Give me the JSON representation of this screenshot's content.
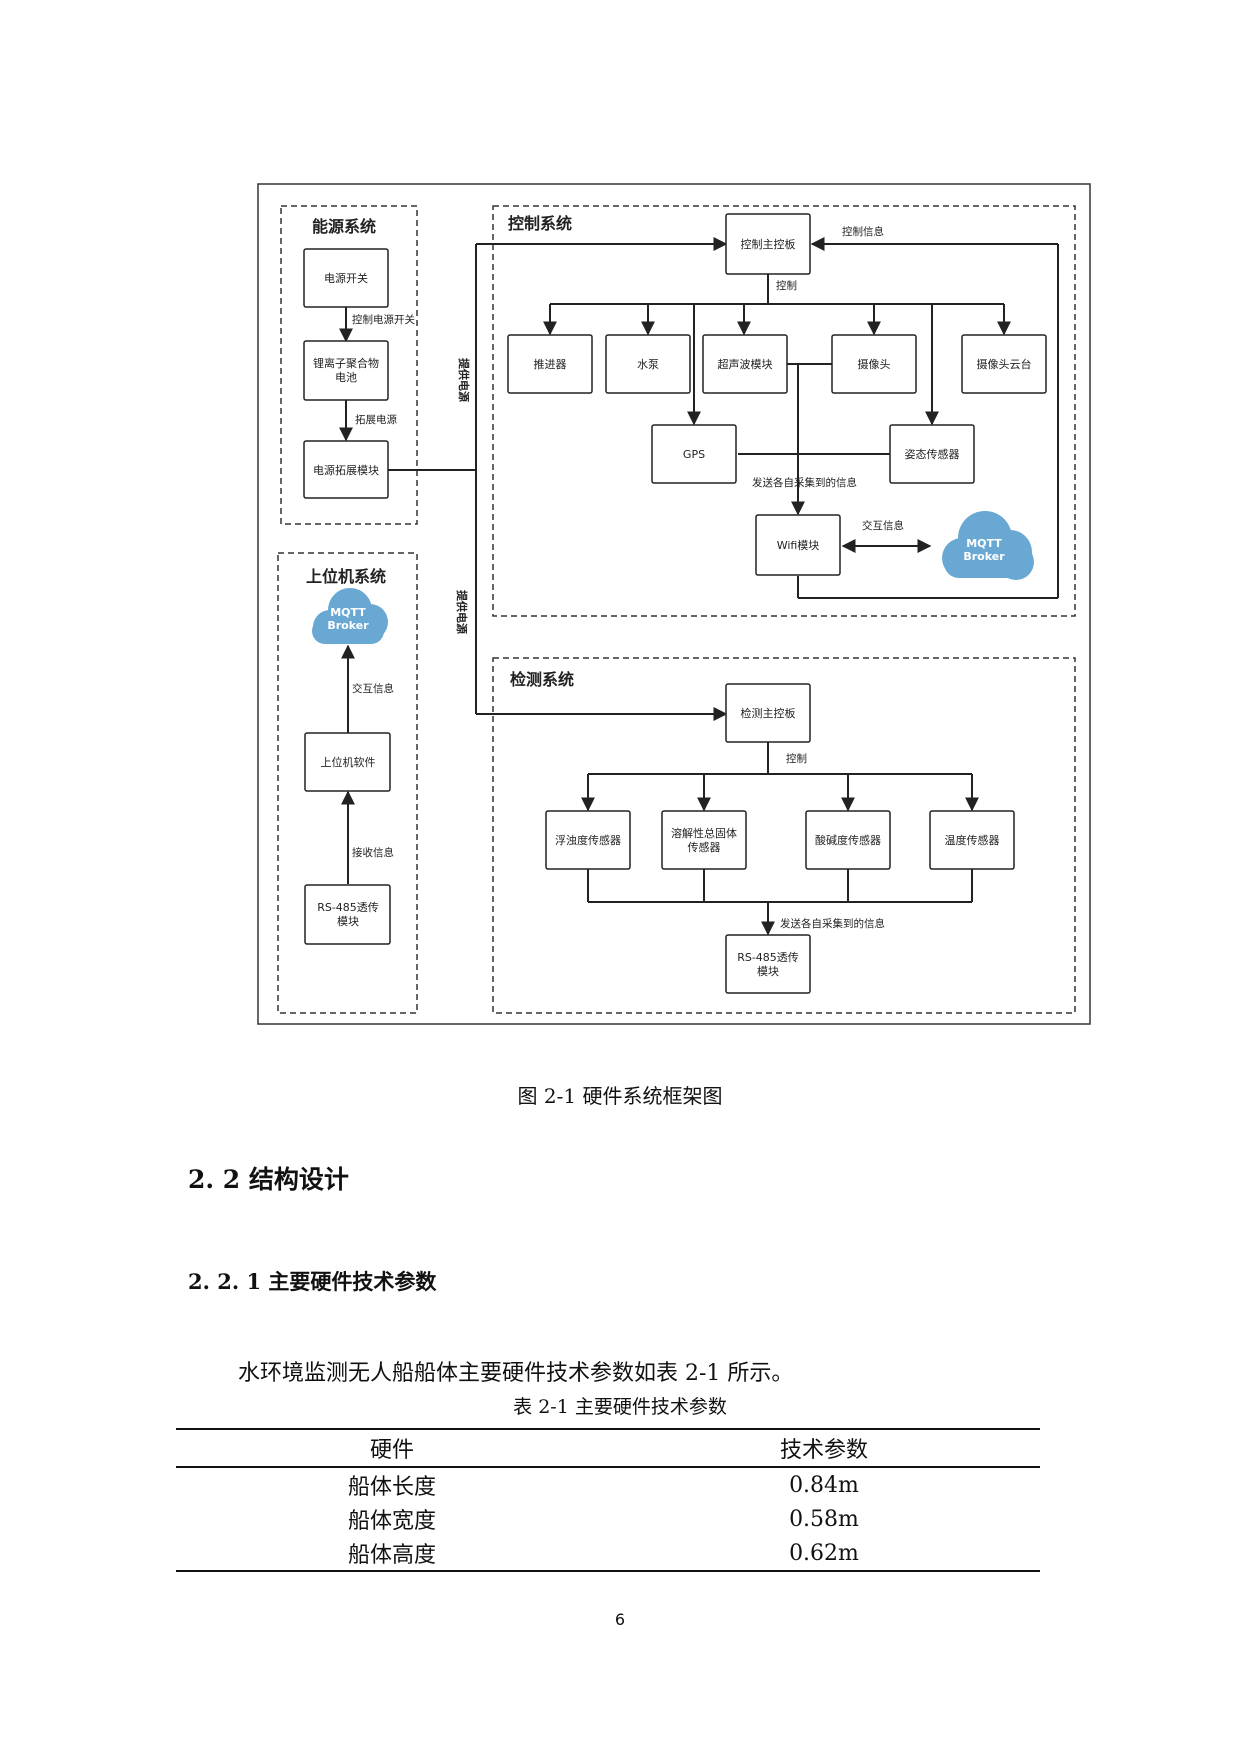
{
  "diagram": {
    "groups": {
      "energy": "能源系统",
      "control": "控制系统",
      "host": "上位机系统",
      "detect": "检测系统"
    },
    "nodes": {
      "power_switch": "电源开关",
      "battery": [
        "锂离子聚合物",
        "电池"
      ],
      "power_ext": "电源拓展模块",
      "ctrl_board": "控制主控板",
      "thruster": "推进器",
      "pump": "水泵",
      "ultrasonic": "超声波模块",
      "camera": "摄像头",
      "gimbal": "摄像头云台",
      "gps": "GPS",
      "attitude": "姿态传感器",
      "wifi": "Wifi模块",
      "mqtt_right": [
        "MQTT",
        "Broker"
      ],
      "mqtt_left": [
        "MQTT",
        "Broker"
      ],
      "host_sw": "上位机软件",
      "rs485_left": [
        "RS-485透传",
        "模块"
      ],
      "detect_board": "检测主控板",
      "turbidity": "浮浊度传感器",
      "do_sensor": [
        "溶解性总固体",
        "传感器"
      ],
      "ph_sensor": "酸碱度传感器",
      "temp_sensor": "温度传感器",
      "rs485_bottom": [
        "RS-485透传",
        "模块"
      ]
    },
    "labels": {
      "ctrl_power_switch": "控制电源开关",
      "extend_power": "拓展电源",
      "supply_power_1": "提供电源",
      "supply_power_2": "提供电源",
      "ctrl_info": "控制信息",
      "control_1": "控制",
      "control_2": "控制",
      "send_collected_1": "发送各自采集到的信息",
      "send_collected_2": "发送各自采集到的信息",
      "exchange_right": "交互信息",
      "exchange_left": "交互信息",
      "receive_info": "接收信息"
    }
  },
  "figure_caption": "图 2-1 硬件系统框架图",
  "section_heading": "2. 2 结构设计",
  "subsection_heading": "2. 2. 1 主要硬件技术参数",
  "paragraph": "水环境监测无人船船体主要硬件技术参数如表 2-1 所示。",
  "table": {
    "caption": "表 2-1 主要硬件技术参数",
    "headers": [
      "硬件",
      "技术参数"
    ],
    "rows": [
      [
        "船体长度",
        "0.84m"
      ],
      [
        "船体宽度",
        "0.58m"
      ],
      [
        "船体高度",
        "0.62m"
      ]
    ]
  },
  "page_number": "6"
}
